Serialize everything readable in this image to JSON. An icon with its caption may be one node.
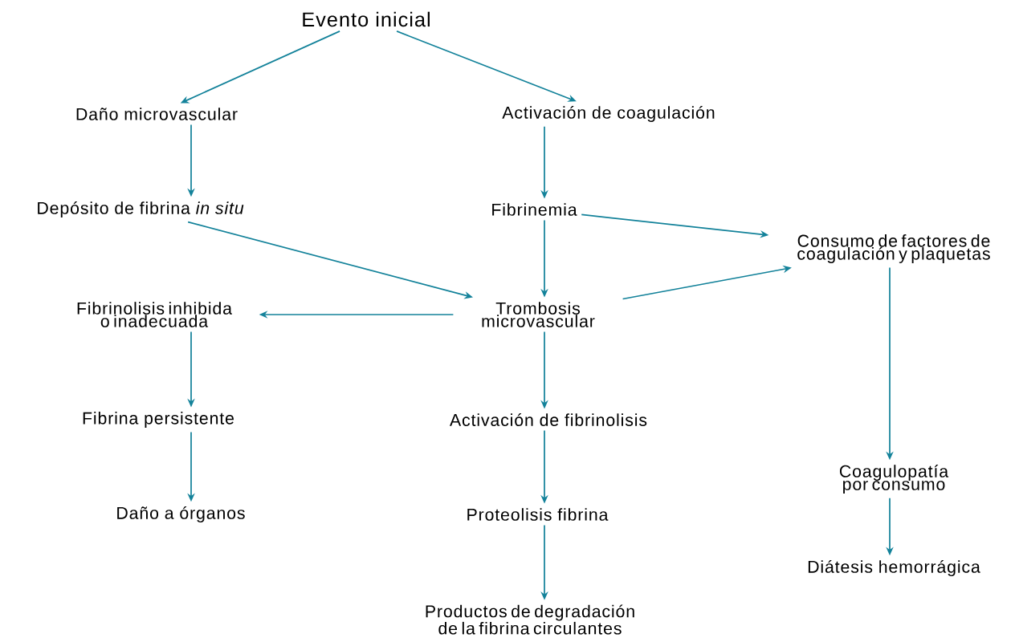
{
  "diagram": {
    "nodes": [
      {
        "text": [
          "Evento inicial"
        ]
      },
      {
        "text": [
          "Daño microvascular"
        ]
      },
      {
        "text": [
          "Activación de coagulación"
        ]
      },
      {
        "text": [
          "Depósito de fibrina *in situ*"
        ]
      },
      {
        "text": [
          "Fibrinemia"
        ]
      },
      {
        "text": [
          "Consumo de factores de coagulación y plaquetas"
        ]
      },
      {
        "text": [
          "Fibrinolisis inhibida o inadecuada"
        ]
      },
      {
        "text": [
          "Trombosis microvascular"
        ]
      },
      {
        "text": [
          "Fibrina persistente"
        ]
      },
      {
        "text": [
          "Activación de fibrinolisis"
        ]
      },
      {
        "text": [
          "Coagulopatía por consumo"
        ]
      },
      {
        "text": [
          "Daño a órganos"
        ]
      },
      {
        "text": [
          "Proteolisis fibrina"
        ]
      },
      {
        "text": [
          "Diátesis hemorrágica"
        ]
      },
      {
        "text": [
          "Productos de degradación de la fibrina circulantes"
        ]
      }
    ],
    "edges": [
      {
        "from": 0,
        "to": 1,
        "arrow": "to"
      },
      {
        "from": 0,
        "to": 2,
        "arrow": "to"
      },
      {
        "from": 1,
        "to": 3,
        "arrow": "to"
      },
      {
        "from": 2,
        "to": 4,
        "arrow": "to"
      },
      {
        "from": 3,
        "to": 7,
        "arrow": "to"
      },
      {
        "from": 4,
        "to": 7,
        "arrow": "to"
      },
      {
        "from": 4,
        "to": 5,
        "arrow": "to"
      },
      {
        "from": 7,
        "to": 5,
        "arrow": "to"
      },
      {
        "from": 7,
        "to": 6,
        "arrow": "to"
      },
      {
        "from": 6,
        "to": 8,
        "arrow": "to"
      },
      {
        "from": 8,
        "to": 11,
        "arrow": "to"
      },
      {
        "from": 7,
        "to": 9,
        "arrow": "to"
      },
      {
        "from": 9,
        "to": 12,
        "arrow": "to"
      },
      {
        "from": 12,
        "to": 14,
        "arrow": "to"
      },
      {
        "from": 5,
        "to": 10,
        "arrow": "to"
      },
      {
        "from": 10,
        "to": 13,
        "arrow": "to"
      }
    ]
  }
}
